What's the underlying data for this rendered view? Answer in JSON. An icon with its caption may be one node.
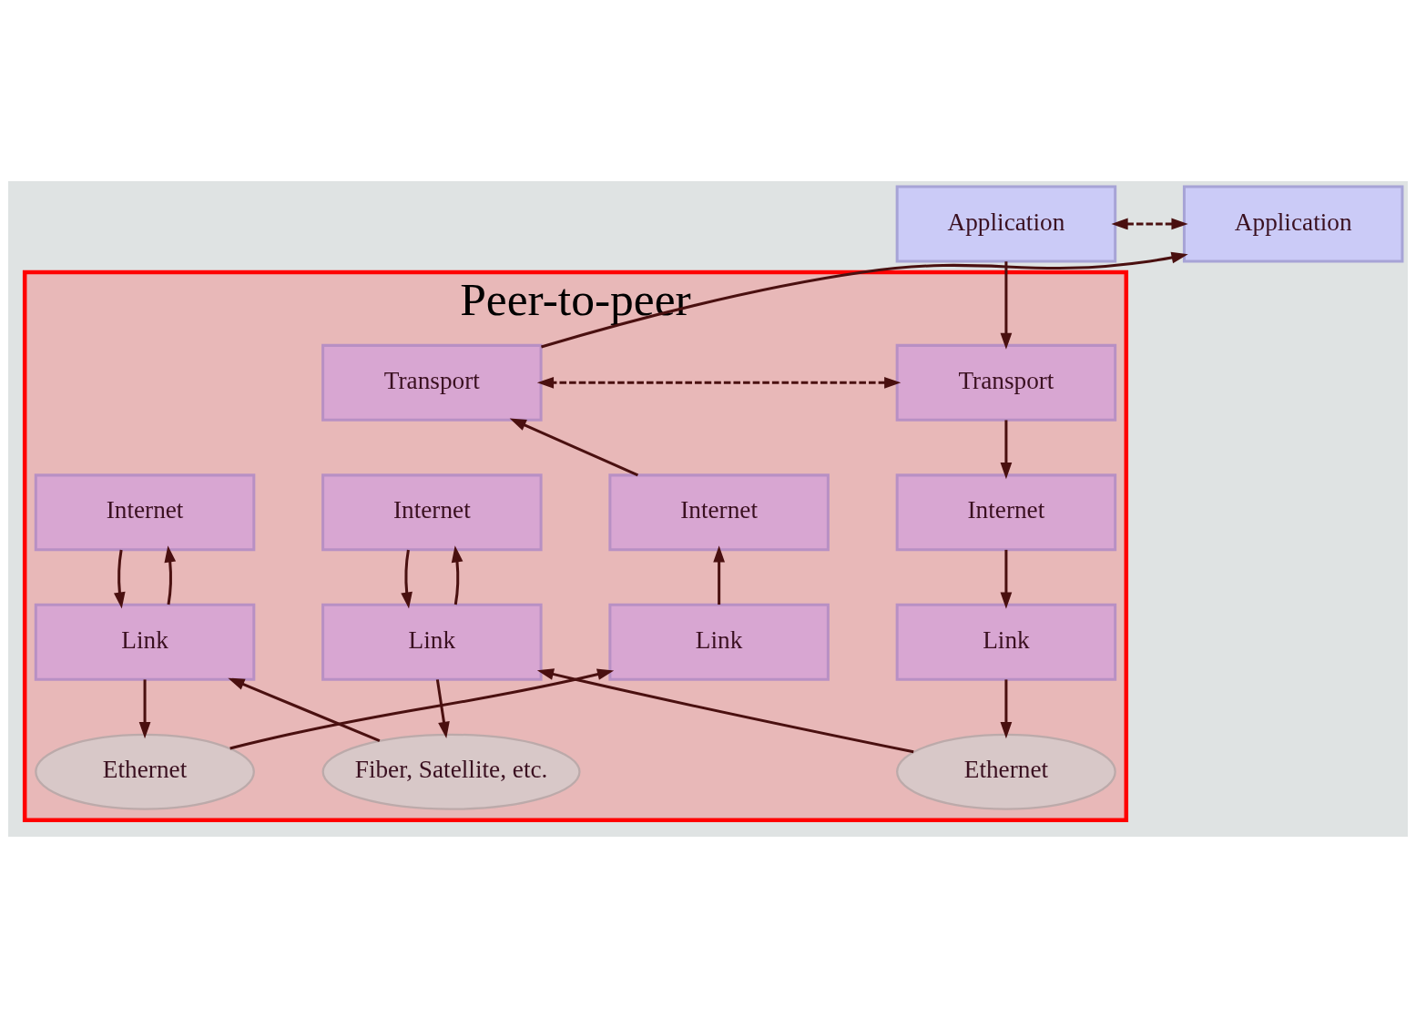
{
  "diagram": {
    "nodes": [
      {
        "text": [
          "Application"
        ]
      },
      {
        "text": [
          "Application"
        ]
      },
      {
        "text": [
          "Peer-to-peer"
        ]
      },
      {
        "text": [
          "Transport"
        ],
        "in": 2
      },
      {
        "text": [
          "Transport"
        ],
        "in": 2
      },
      {
        "text": [
          "Internet"
        ],
        "in": 2
      },
      {
        "text": [
          "Internet"
        ],
        "in": 2
      },
      {
        "text": [
          "Internet"
        ],
        "in": 2
      },
      {
        "text": [
          "Internet"
        ],
        "in": 2
      },
      {
        "text": [
          "Link"
        ],
        "in": 2
      },
      {
        "text": [
          "Link"
        ],
        "in": 2
      },
      {
        "text": [
          "Link"
        ],
        "in": 2
      },
      {
        "text": [
          "Link"
        ],
        "in": 2
      },
      {
        "text": [
          "Ethernet"
        ],
        "in": 2
      },
      {
        "text": [
          "Fiber, Satellite, etc."
        ],
        "in": 2
      },
      {
        "text": [
          "Ethernet"
        ],
        "in": 2
      }
    ],
    "edges": [
      {
        "from": 0,
        "to": 1,
        "arrow": "both",
        "style": "dashed"
      },
      {
        "from": 0,
        "to": 3,
        "arrow": "to"
      },
      {
        "from": 3,
        "to": 4,
        "arrow": "both",
        "style": "dashed"
      },
      {
        "from": 4,
        "to": 1,
        "arrow": "to"
      },
      {
        "from": 3,
        "to": 5,
        "arrow": "to"
      },
      {
        "from": 5,
        "to": 9,
        "arrow": "to"
      },
      {
        "from": 9,
        "to": 13,
        "arrow": "to"
      },
      {
        "from": 13,
        "to": 10,
        "arrow": "to"
      },
      {
        "from": 10,
        "to": 6,
        "arrow": "to"
      },
      {
        "from": 6,
        "to": 10,
        "arrow": "to"
      },
      {
        "from": 10,
        "to": 14,
        "arrow": "to"
      },
      {
        "from": 14,
        "to": 11,
        "arrow": "to"
      },
      {
        "from": 11,
        "to": 7,
        "arrow": "to"
      },
      {
        "from": 7,
        "to": 11,
        "arrow": "to"
      },
      {
        "from": 11,
        "to": 15,
        "arrow": "to"
      },
      {
        "from": 15,
        "to": 12,
        "arrow": "to"
      },
      {
        "from": 12,
        "to": 8,
        "arrow": "to"
      },
      {
        "from": 8,
        "to": 4,
        "arrow": "to"
      }
    ]
  }
}
